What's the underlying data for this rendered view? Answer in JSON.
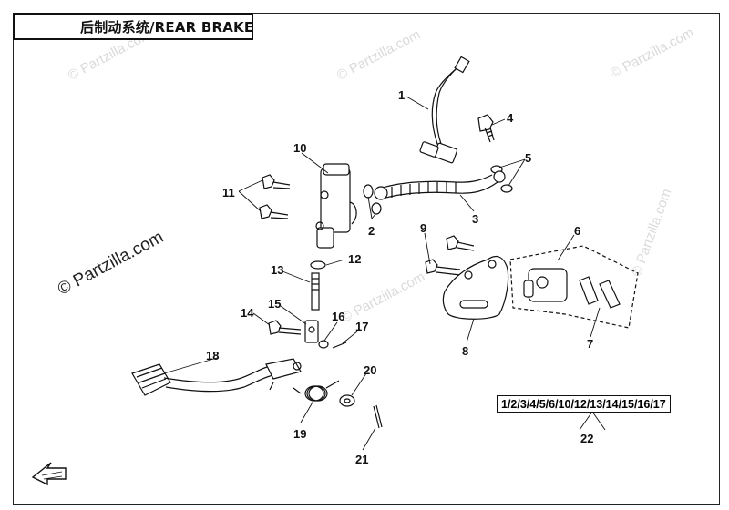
{
  "title": "后制动系统/REAR BRAKE",
  "watermark_text": "© Partzilla.com",
  "kit_label": "1/2/3/4/5/6/10/12/13/14/15/16/17",
  "callouts": [
    "1",
    "2",
    "3",
    "4",
    "5",
    "6",
    "7",
    "8",
    "9",
    "10",
    "11",
    "12",
    "13",
    "14",
    "15",
    "16",
    "17",
    "18",
    "19",
    "20",
    "21",
    "22"
  ],
  "colors": {
    "line": "#111111",
    "watermark": "#9a9a9a"
  },
  "icons": [
    "direction-arrow-icon"
  ]
}
